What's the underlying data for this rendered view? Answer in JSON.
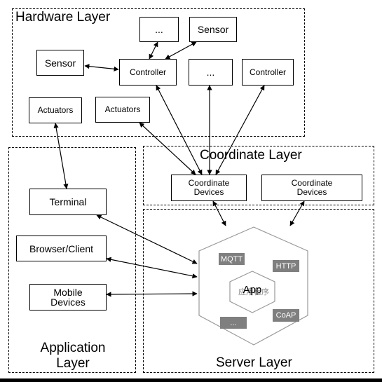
{
  "hardware_layer": {
    "title": "Hardware Layer",
    "ellipsis_top": "...",
    "sensor_top": "Sensor",
    "sensor_left": "Sensor",
    "controller_1": "Controller",
    "ellipsis_mid": "...",
    "controller_2": "Controller",
    "actuators_1": "Actuators",
    "actuators_2": "Actuators"
  },
  "coordinate_layer": {
    "title": "Coordinate Layer",
    "device_1": "Coordinate Devices",
    "device_2": "Coordinate Devices"
  },
  "application_layer": {
    "title": "Application Layer",
    "terminal": "Terminal",
    "browser_client": "Browser/Client",
    "mobile_devices": "Mobile Devices"
  },
  "server_layer": {
    "title": "Server Layer",
    "tag_mqtt": "MQTT",
    "tag_http": "HTTP",
    "tag_coap": "CoAP",
    "tag_more": "...",
    "app_label": "App",
    "app_overlay_text": "应用程序"
  }
}
